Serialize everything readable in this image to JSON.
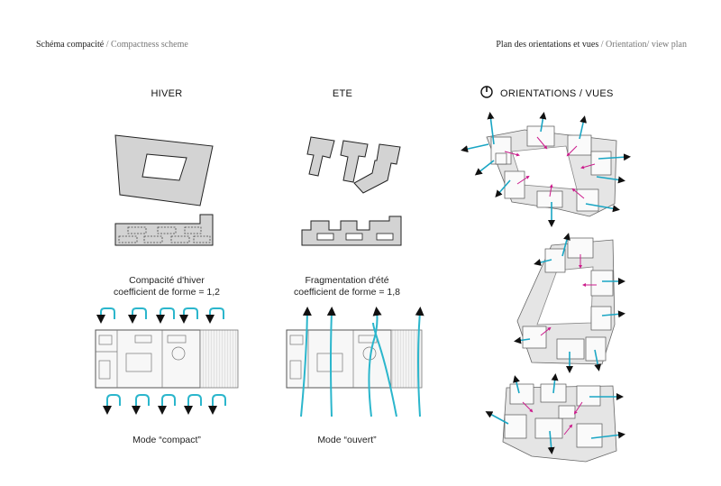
{
  "header": {
    "left_main": "Schéma compacité",
    "left_sep": " / ",
    "left_sub": "Compactness scheme",
    "right_main": "Plan des orientations et vues",
    "right_sep": " / ",
    "right_sub": "Orientation/ view plan"
  },
  "columns": {
    "winter": {
      "title": "HIVER",
      "caption_line1": "Compacité d'hiver",
      "caption_line2": "coefficient de forme = 1,2",
      "mode": "Mode “compact”"
    },
    "summer": {
      "title": "ETE",
      "caption_line1": "Fragmentation d'été",
      "caption_line2": "coefficient de forme = 1,8",
      "mode": "Mode “ouvert”"
    },
    "orientation": {
      "title": "ORIENTATIONS / VUES",
      "icon": "compass-icon"
    }
  },
  "colors": {
    "block_fill": "#d3d3d3",
    "stroke": "#222222",
    "airflow": "#2bb6cc",
    "view_arrow": "#1aa6c4",
    "light_arrow": "#cc1c8c"
  }
}
